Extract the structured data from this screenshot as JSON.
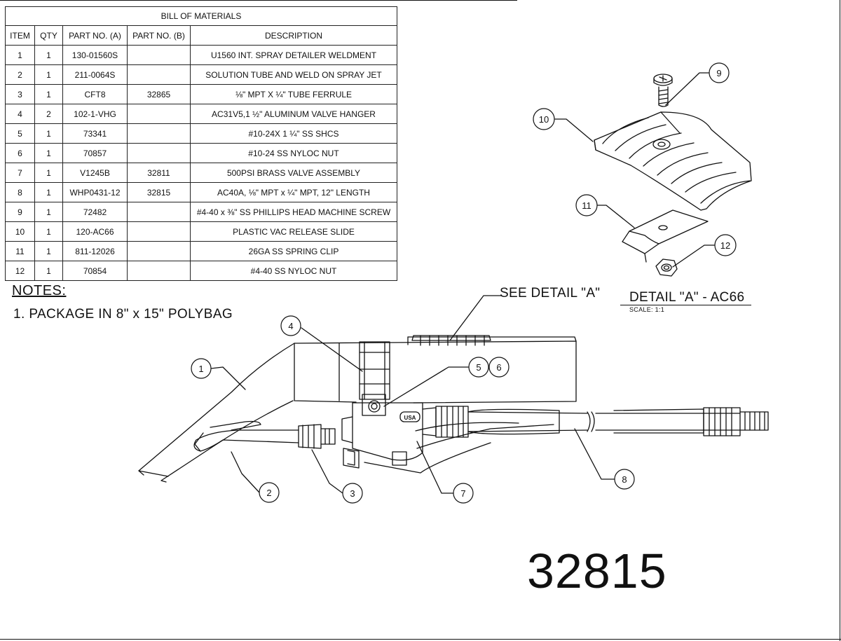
{
  "bom": {
    "title": "BILL OF MATERIALS",
    "columns": [
      "ITEM",
      "QTY",
      "PART NO. (A)",
      "PART NO. (B)",
      "DESCRIPTION"
    ],
    "rows": [
      [
        "1",
        "1",
        "130-01560S",
        "",
        "U1560 INT. SPRAY DETAILER WELDMENT"
      ],
      [
        "2",
        "1",
        "211-0064S",
        "",
        "SOLUTION TUBE AND WELD ON SPRAY JET"
      ],
      [
        "3",
        "1",
        "CFT8",
        "32865",
        "⅛\" MPT X ¼\" TUBE FERRULE"
      ],
      [
        "4",
        "2",
        "102-1-VHG",
        "",
        "AC31V5,1 ½\" ALUMINUM VALVE HANGER"
      ],
      [
        "5",
        "1",
        "73341",
        "",
        "#10-24X 1 ¼\" SS SHCS"
      ],
      [
        "6",
        "1",
        "70857",
        "",
        "#10-24 SS NYLOC NUT"
      ],
      [
        "7",
        "1",
        "V1245B",
        "32811",
        "500PSI BRASS VALVE ASSEMBLY"
      ],
      [
        "8",
        "1",
        "WHP0431-12",
        "32815",
        "AC40A, ⅛\" MPT x ¼\" MPT, 12\" LENGTH"
      ],
      [
        "9",
        "1",
        "72482",
        "",
        "#4-40 x ⅜\" SS PHILLIPS HEAD MACHINE SCREW"
      ],
      [
        "10",
        "1",
        "120-AC66",
        "",
        "PLASTIC VAC RELEASE SLIDE"
      ],
      [
        "11",
        "1",
        "811-12026",
        "",
        "26GA SS SPRING CLIP"
      ],
      [
        "12",
        "1",
        "70854",
        "",
        "#4-40 SS NYLOC NUT"
      ]
    ]
  },
  "notes": {
    "title": "NOTES:",
    "items": [
      "1.  PACKAGE IN 8\" x 15\" POLYBAG"
    ]
  },
  "detail": {
    "callout": "SEE DETAIL \"A\"",
    "title": "DETAIL \"A\" - AC66",
    "scale": "SCALE: 1:1"
  },
  "part_number": "32815",
  "stamp_text": "USA",
  "balloons": [
    "1",
    "2",
    "3",
    "4",
    "5",
    "6",
    "7",
    "8",
    "9",
    "10",
    "11",
    "12"
  ]
}
